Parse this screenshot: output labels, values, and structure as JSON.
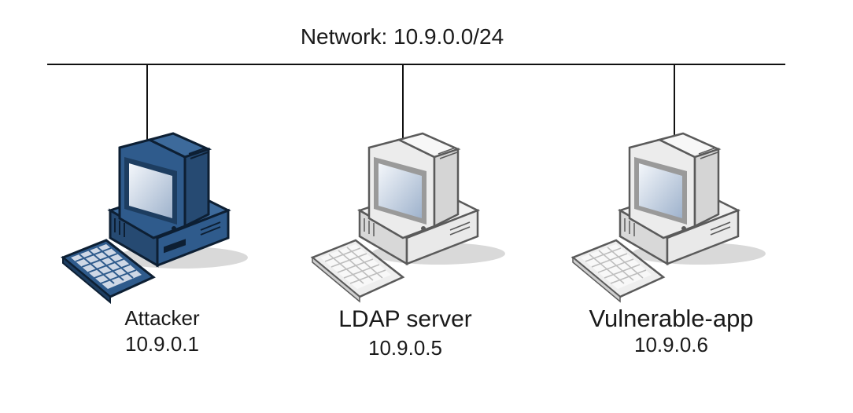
{
  "network": {
    "label": "Network: 10.9.0.0/24"
  },
  "nodes": [
    {
      "name": "Attacker",
      "ip": "10.9.0.1",
      "style": "dark"
    },
    {
      "name": "LDAP server",
      "ip": "10.9.0.5",
      "style": "light"
    },
    {
      "name": "Vulnerable-app",
      "ip": "10.9.0.6",
      "style": "light"
    }
  ],
  "colors": {
    "dark_body": "#2f5b8c",
    "dark_edge": "#0d1f33",
    "light_body": "#e9e9e9",
    "light_edge": "#5a5a5a",
    "screen": "#cfd8e6",
    "line": "#111111"
  }
}
